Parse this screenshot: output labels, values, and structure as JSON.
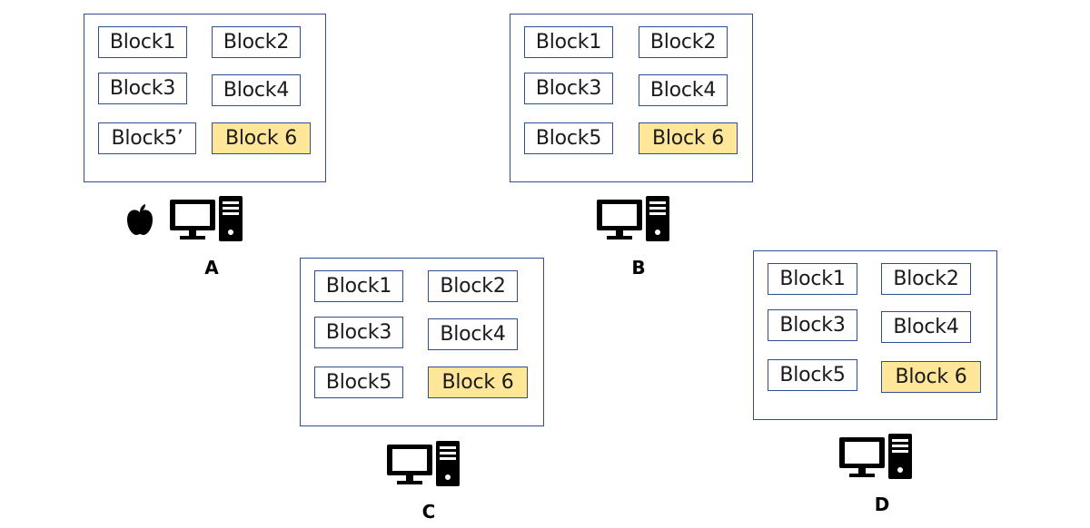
{
  "nodes": [
    {
      "label": "A",
      "has_apple": true,
      "blocks": [
        "Block1",
        "Block2",
        "Block3",
        "Block4",
        "Block5’",
        "Block 6"
      ]
    },
    {
      "label": "B",
      "has_apple": false,
      "blocks": [
        "Block1",
        "Block2",
        "Block3",
        "Block4",
        "Block5",
        "Block 6"
      ]
    },
    {
      "label": "C",
      "has_apple": false,
      "blocks": [
        "Block1",
        "Block2",
        "Block3",
        "Block4",
        "Block5",
        "Block 6"
      ]
    },
    {
      "label": "D",
      "has_apple": false,
      "blocks": [
        "Block1",
        "Block2",
        "Block3",
        "Block4",
        "Block5",
        "Block 6"
      ]
    }
  ],
  "highlight_color": "#ffe699",
  "border_color": "#2f4f8f",
  "icons": {
    "computer": "desktop-computer-icon",
    "apple": "apple-icon"
  }
}
